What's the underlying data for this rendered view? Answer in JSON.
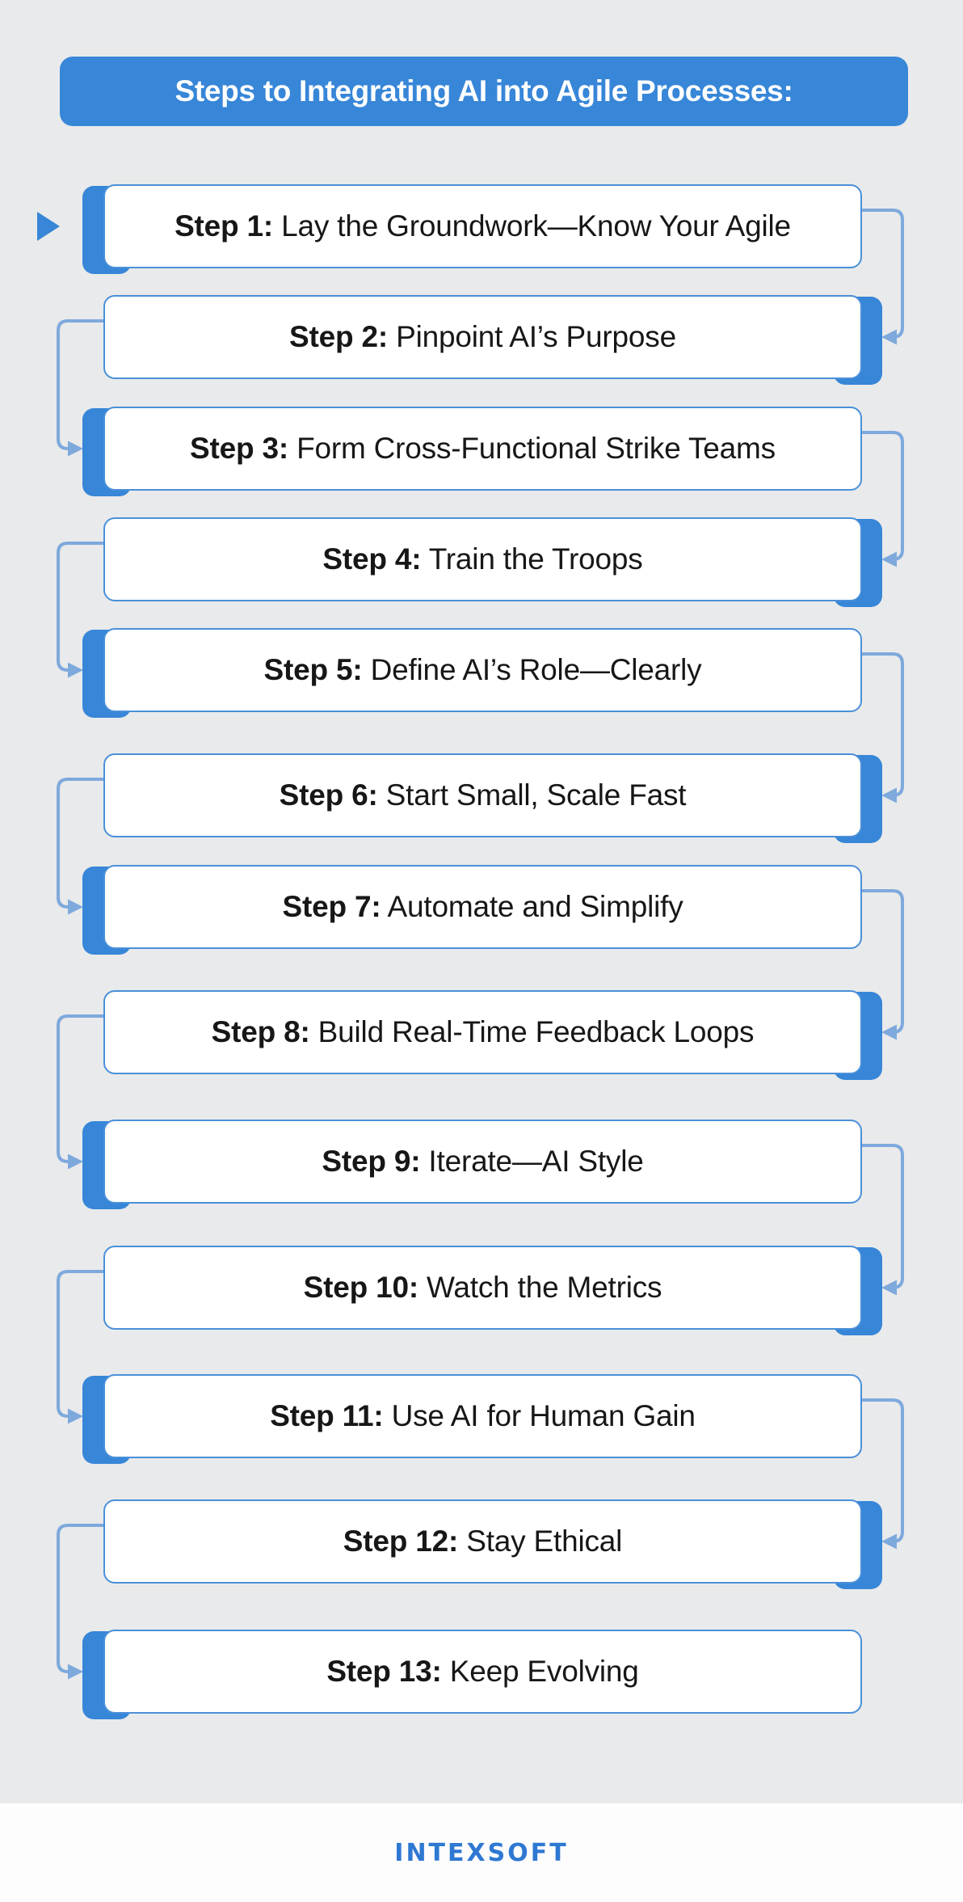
{
  "title": "Steps to Integrating AI into Agile Processes:",
  "steps": [
    {
      "prefix": "Step 1:",
      "label": "Lay the Groundwork—Know Your Agile"
    },
    {
      "prefix": "Step 2:",
      "label": "Pinpoint AI’s Purpose"
    },
    {
      "prefix": "Step 3:",
      "label": "Form Cross-Functional Strike Teams"
    },
    {
      "prefix": "Step 4:",
      "label": "Train the Troops"
    },
    {
      "prefix": "Step 5:",
      "label": "Define AI’s Role—Clearly"
    },
    {
      "prefix": "Step 6:",
      "label": "Start Small, Scale Fast"
    },
    {
      "prefix": "Step 7:",
      "label": "Automate and Simplify"
    },
    {
      "prefix": "Step 8:",
      "label": "Build Real-Time Feedback Loops"
    },
    {
      "prefix": "Step 9:",
      "label": "Iterate—AI Style"
    },
    {
      "prefix": "Step 10:",
      "label": "Watch the Metrics"
    },
    {
      "prefix": "Step 11:",
      "label": "Use AI for Human Gain"
    },
    {
      "prefix": "Step 12:",
      "label": "Stay Ethical"
    },
    {
      "prefix": "Step 13:",
      "label": "Keep Evolving"
    }
  ],
  "footer": {
    "logo": "INTEXSOFT"
  },
  "colors": {
    "primary": "#3786d8",
    "box_border": "#4a90d9",
    "connector": "#7ea9dd",
    "background": "#e9eaeb",
    "panel": "#ffffff",
    "text": "#171717",
    "logo": "#2e78d2"
  }
}
